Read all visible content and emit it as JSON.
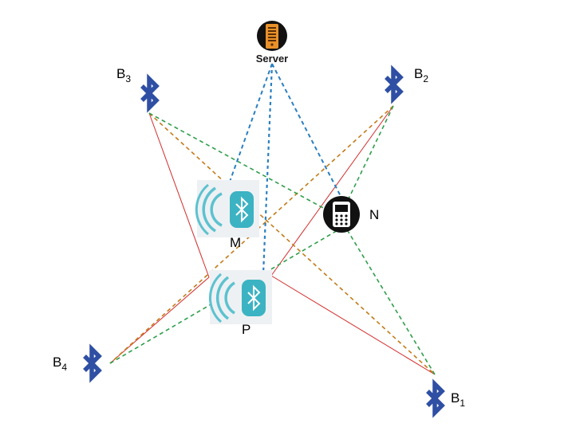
{
  "server": {
    "label": "Server",
    "icon": "server-icon"
  },
  "beacons": [
    {
      "id": "B1",
      "letter": "B",
      "subscript": "1",
      "icon": "bluetooth-icon"
    },
    {
      "id": "B2",
      "letter": "B",
      "subscript": "2",
      "icon": "bluetooth-icon"
    },
    {
      "id": "B3",
      "letter": "B",
      "subscript": "3",
      "icon": "bluetooth-icon"
    },
    {
      "id": "B4",
      "letter": "B",
      "subscript": "4",
      "icon": "bluetooth-icon"
    }
  ],
  "devices": {
    "M": {
      "label": "M",
      "icon": "bluetooth-broadcast-icon"
    },
    "P": {
      "label": "P",
      "icon": "bluetooth-broadcast-icon"
    },
    "N": {
      "label": "N",
      "icon": "mobile-phone-icon"
    }
  },
  "colors": {
    "bluetooth_symbol": "#2e4fa3",
    "device_badge": "#3bb3c3",
    "device_waves": "#5cc2d0",
    "server_link": "#2a7fc0",
    "green_link": "#2e9e4a",
    "orange_link": "#c27b18",
    "red_link": "#d42a2a",
    "server_body": "#e8912a",
    "phone_body": "#111111"
  }
}
